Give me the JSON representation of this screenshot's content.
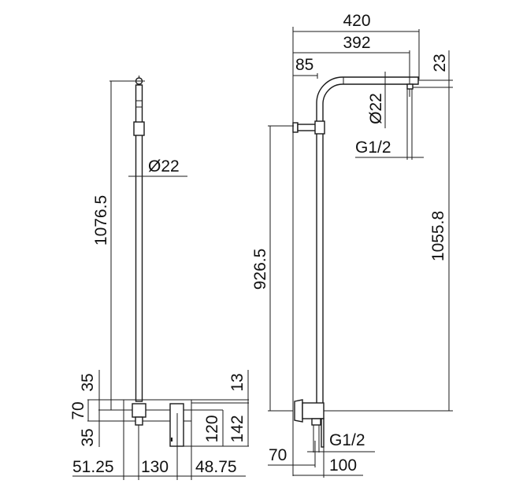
{
  "left_view": {
    "height_total": "1076.5",
    "pipe_diameter": "Ø22",
    "dim_upper_35": "35",
    "dim_70": "70",
    "dim_lower_35": "35",
    "dim_13": "13",
    "dim_120": "120",
    "dim_142": "142",
    "dim_51_25": "51.25",
    "dim_130": "130",
    "dim_48_75": "48.75"
  },
  "right_view": {
    "dim_420": "420",
    "dim_392": "392",
    "dim_85": "85",
    "dim_23": "23",
    "arm_diameter": "Ø22",
    "thread_top": "G1/2",
    "height_926_5": "926.5",
    "height_1055_8": "1055.8",
    "thread_bottom": "G1/2",
    "dim_70": "70",
    "dim_100": "100"
  }
}
